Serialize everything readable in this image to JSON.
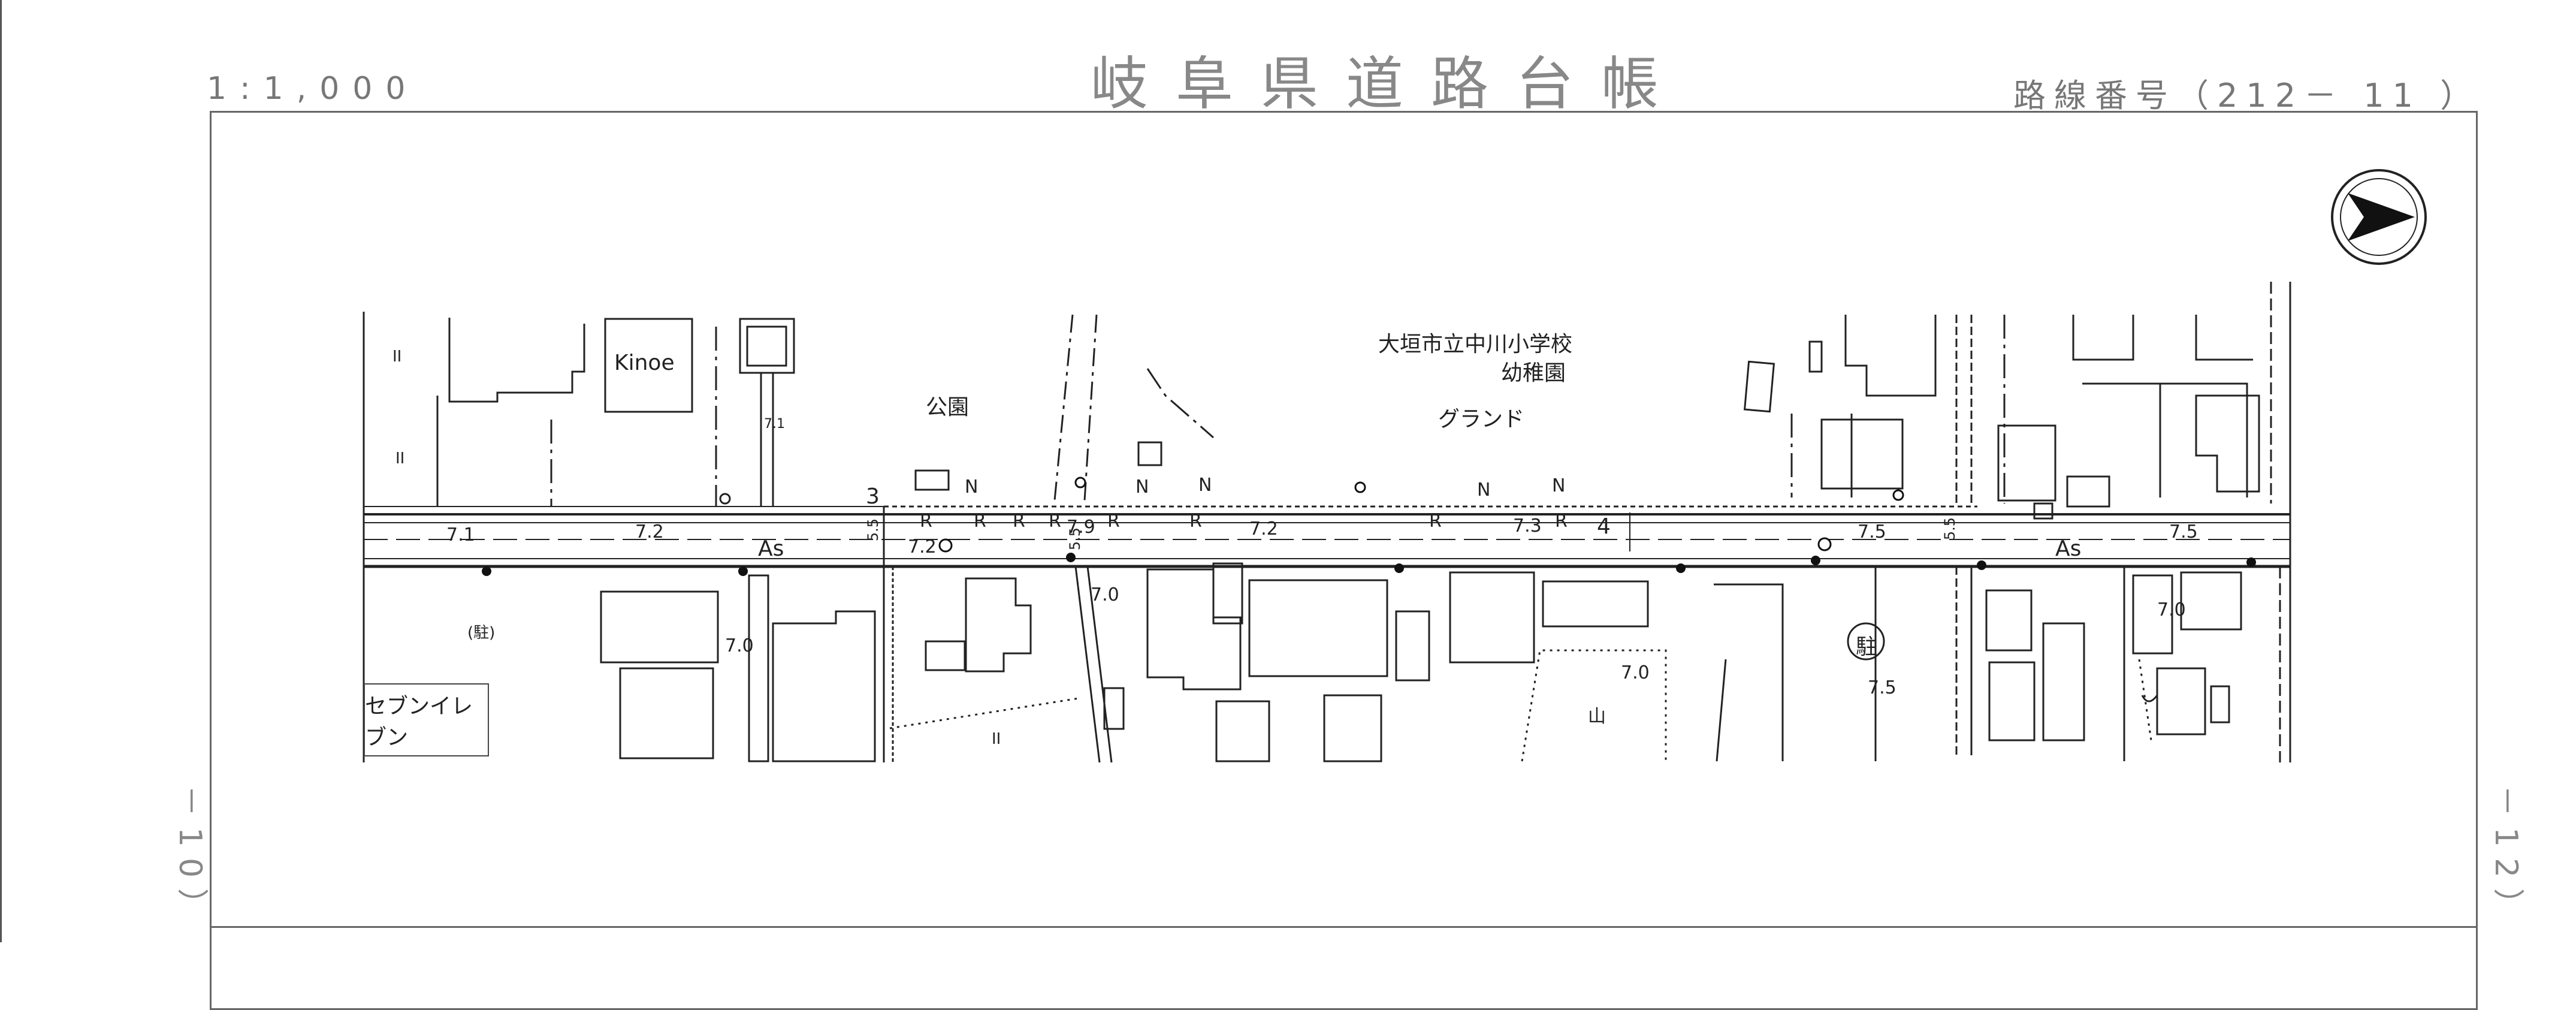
{
  "header": {
    "scale": "1:1,000",
    "title": "岐阜県道路台帳",
    "route": "路線番号（212－ 11 ）"
  },
  "side_labels": {
    "left": "－10）",
    "right": "－12）"
  },
  "map_labels": {
    "kinoe": "Kinoe",
    "seven_eleven": "セブンイレブン",
    "school": "大垣市立中川小学校",
    "kindergarten": "幼稚園",
    "ground": "グランド",
    "park": "公園",
    "parking_small": "(駐)",
    "parking_circle": "駐",
    "surface_left": "As",
    "surface_right": "As",
    "station_3": "3",
    "station_4": "4",
    "widths": [
      "5.5",
      "5.5",
      "5.5"
    ],
    "elevations": [
      "7.1",
      "7.2",
      "7.2",
      "7.0",
      "7.9",
      "7.2",
      "7.3",
      "7.5",
      "7.5",
      "7.1",
      "7.0",
      "7.0",
      "7.5",
      "7.0"
    ],
    "markers": [
      "N",
      "N",
      "N",
      "N",
      "N",
      "R",
      "R",
      "R",
      "R",
      "R",
      "R",
      "R",
      "R"
    ],
    "misc": [
      "山",
      "II",
      "II",
      "II"
    ]
  },
  "colors": {
    "ink": "#222222",
    "frame": "#666666",
    "paper": "#ffffff"
  }
}
